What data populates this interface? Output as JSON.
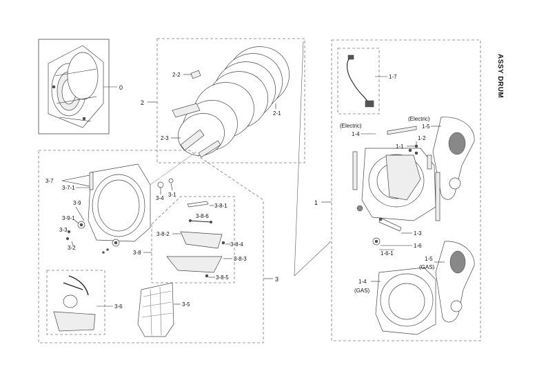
{
  "title": "ASSY DRUM",
  "labels": {
    "l0": "0",
    "l1": "1",
    "l2": "2",
    "l3": "3",
    "l2_1": "2-1",
    "l2_2": "2-2",
    "l2_3": "2-3",
    "l1_1": "1-1",
    "l1_2": "1-2",
    "l1_3": "1-3",
    "l1_4a": "1-4",
    "l1_4b": "1-4",
    "l1_5a": "1-5",
    "l1_5b": "1-5",
    "l1_6": "1-6",
    "l1_6_1": "1-6-1",
    "l1_7": "1-7",
    "electric1": "(Electric)",
    "electric2": "(Electric)",
    "gas1": "(GAS)",
    "gas2": "(GAS)",
    "l3_1": "3-1",
    "l3_2": "3-2",
    "l3_3": "3-3",
    "l3_4": "3-4",
    "l3_5": "3-5",
    "l3_6": "3-6",
    "l3_7": "3-7",
    "l3_7_1": "3-7-1",
    "l3_8": "3-8",
    "l3_8_1": "3-8-1",
    "l3_8_2": "3-8-2",
    "l3_8_3": "3-8-3",
    "l3_8_4": "3-8-4",
    "l3_8_5": "3-8-5",
    "l3_8_6": "3-8-6",
    "l3_9": "3-9",
    "l3_9_1": "3-9-1"
  }
}
